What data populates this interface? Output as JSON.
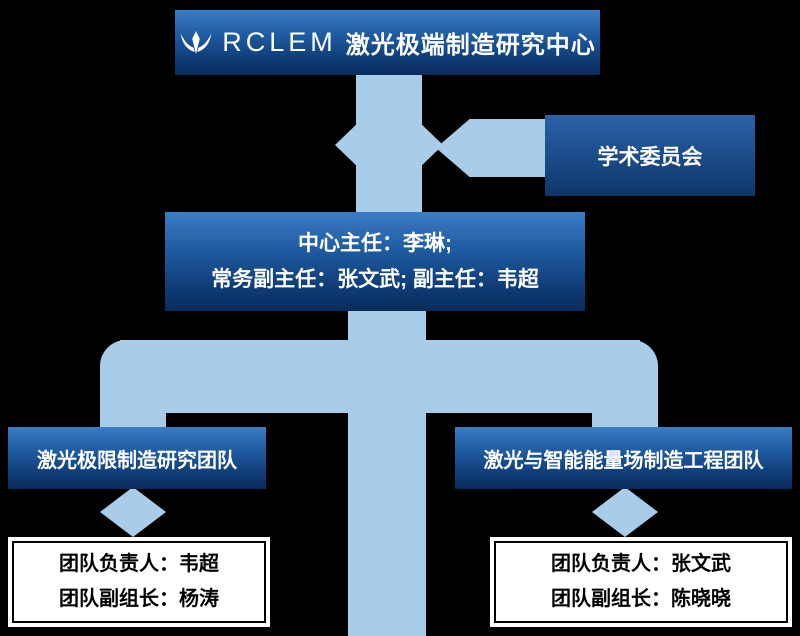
{
  "colors": {
    "background": "#000000",
    "connector": "#a9cce9",
    "box_gradient_top": "#3b7cc4",
    "box_gradient_bottom": "#0a2c5a",
    "box_text": "#ffffff",
    "white_box_bg": "#ffffff",
    "white_box_border": "#000000",
    "white_box_text": "#000000"
  },
  "icons": {
    "logo": "crown-icon"
  },
  "header": {
    "logo_text": "RCLEM",
    "title": "激光极端制造研究中心"
  },
  "academic_committee": {
    "label": "学术委员会"
  },
  "directors": {
    "line1": "中心主任：李琳;",
    "line2": "常务副主任：张文武; 副主任：韦超"
  },
  "teams": {
    "left": {
      "name": "激光极限制造研究团队",
      "leader": "团队负责人：韦超",
      "deputy": "团队副组长：杨涛"
    },
    "right": {
      "name": "激光与智能能量场制造工程团队",
      "leader": "团队负责人：张文武",
      "deputy": "团队副组长：陈晓晓"
    }
  }
}
